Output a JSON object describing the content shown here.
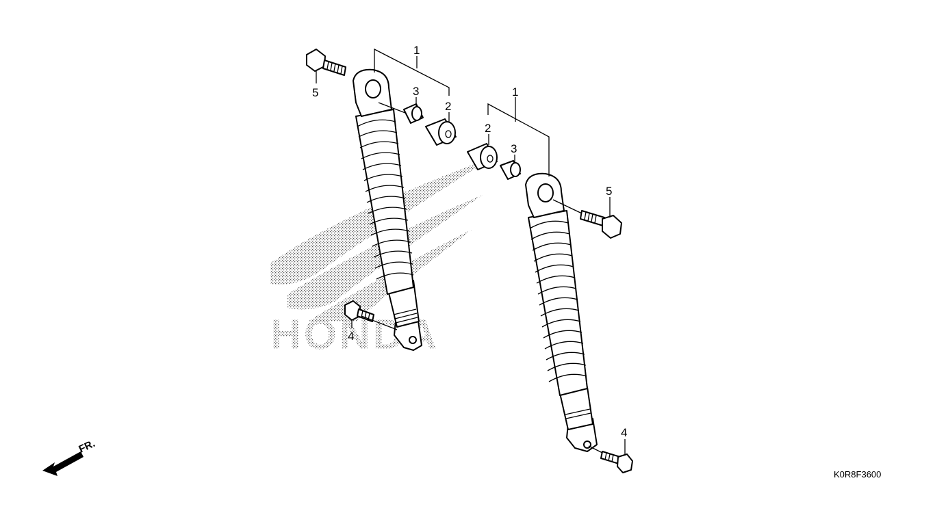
{
  "diagram": {
    "labels": {
      "left_1": "1",
      "left_2": "2",
      "left_3": "3",
      "left_4": "4",
      "left_5": "5",
      "right_1": "1",
      "right_2": "2",
      "right_3": "3",
      "right_4": "4",
      "right_5": "5"
    },
    "direction_label": "FR.",
    "part_code": "K0R8F3600",
    "watermark": "HONDA"
  }
}
